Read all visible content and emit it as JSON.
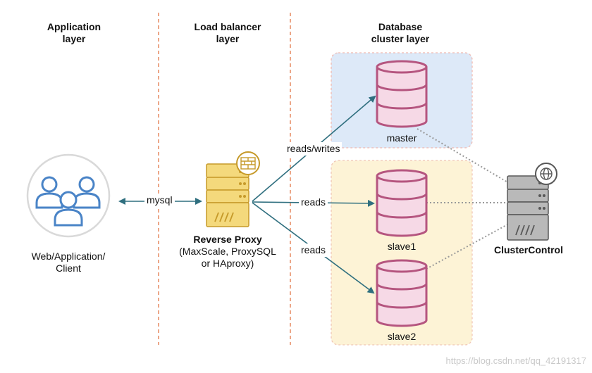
{
  "layers": {
    "application": "Application\nlayer",
    "load_balancer": "Load balancer\nlayer",
    "database_cluster": "Database\ncluster layer"
  },
  "client": {
    "label": "Web/Application/\nClient",
    "icon": "users-icon"
  },
  "proxy": {
    "title": "Reverse Proxy",
    "subtitle": "(MaxScale, ProxySQL\nor HAproxy)",
    "icon": "server-firewall-icon"
  },
  "nodes": {
    "master": "master",
    "slave1": "slave1",
    "slave2": "slave2"
  },
  "edges": {
    "mysql": "mysql",
    "reads_writes": "reads/writes",
    "reads_slave1": "reads",
    "reads_slave2": "reads"
  },
  "cluster_control": {
    "label": "ClusterControl",
    "icon": "server-globe-icon"
  },
  "watermark": "https://blog.csdn.net/qq_42191317",
  "colors": {
    "layer_divider": "#e8916b",
    "master_zone_fill": "#dde9f8",
    "master_zone_border": "#f0b9b0",
    "slave_zone_fill": "#fdf3d6",
    "slave_zone_border": "#f0c6b6",
    "db_fill": "#f6d9e6",
    "db_stroke": "#b5557f",
    "proxy_fill": "#f4d97c",
    "proxy_stroke": "#c69a2a",
    "user_stroke": "#4a84c7",
    "arrow": "#2f6f7f",
    "server_gray": "#b9b9b9",
    "server_stroke": "#585858"
  }
}
